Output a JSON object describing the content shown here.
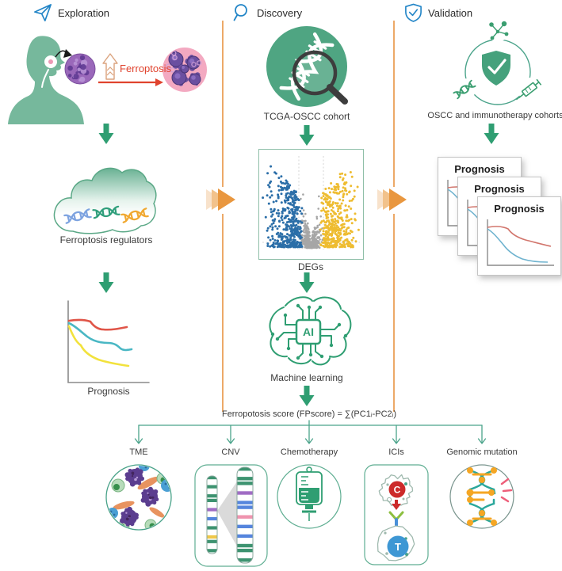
{
  "sections": [
    {
      "label": "Exploration"
    },
    {
      "label": "Discovery"
    },
    {
      "label": "Validation"
    }
  ],
  "exploration": {
    "process_label": "Ferroptosis",
    "cloud_label": "Ferroptosis regulators",
    "chart_label": "Prognosis"
  },
  "discovery": {
    "cohort_label": "TCGA-OSCC cohort",
    "volcano_label": "DEGs",
    "ai_chip_label": "AI",
    "ml_label": "Machine learning",
    "formula": "Ferropotosis score (FPscore) = ∑(PC1ᵢ-PC2ᵢ)"
  },
  "validation": {
    "cohorts_label": "OSCC and immunotherapy cohorts",
    "cards": [
      {
        "title": "Prognosis"
      },
      {
        "title": "Prognosis"
      },
      {
        "title": "Prognosis"
      }
    ]
  },
  "branches": [
    {
      "label": "TME"
    },
    {
      "label": "CNV"
    },
    {
      "label": "Chemotherapy"
    },
    {
      "label": "ICIs"
    },
    {
      "label": "Genomic mutation"
    }
  ],
  "icis": {
    "cancer_cell_label": "C",
    "t_cell_label": "T"
  },
  "colors": {
    "main_green": "#2f9e72",
    "circle_green": "#4fa582",
    "teal_line": "#4aa38a",
    "orange_arrow": "#e9973f",
    "divider_orange": "#eca968",
    "header_icon_blue": "#2285c7",
    "ferroptosis_red": "#e0432e",
    "volcano_blue": "#2b6ea8",
    "volcano_yellow": "#eebc30"
  }
}
